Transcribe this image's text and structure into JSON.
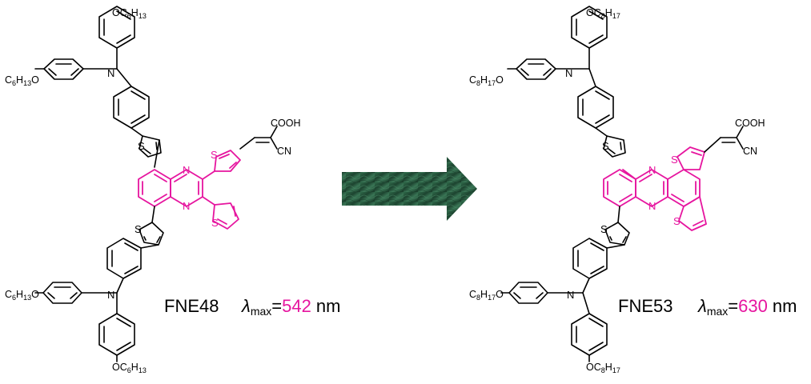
{
  "molecules": [
    {
      "name": "FNE48",
      "lambda_symbol": "λ",
      "lambda_sub": "max",
      "equals": "=",
      "value": "542",
      "unit": "nm",
      "alkoxy_base": "C",
      "alkoxy_n1": "6",
      "alkoxy_h": "H",
      "alkoxy_n2": "13"
    },
    {
      "name": "FNE53",
      "lambda_symbol": "λ",
      "lambda_sub": "max",
      "equals": "=",
      "value": "630",
      "unit": "nm",
      "alkoxy_base": "C",
      "alkoxy_n1": "8",
      "alkoxy_h": "H",
      "alkoxy_n2": "17"
    }
  ],
  "atoms": {
    "oxygen": "O",
    "nitrogen": "N",
    "sulfur": "S",
    "acid": "COOH",
    "nitrile": "CN"
  },
  "colors": {
    "highlight": "#e6159f",
    "arrow": "#1f4a33"
  }
}
